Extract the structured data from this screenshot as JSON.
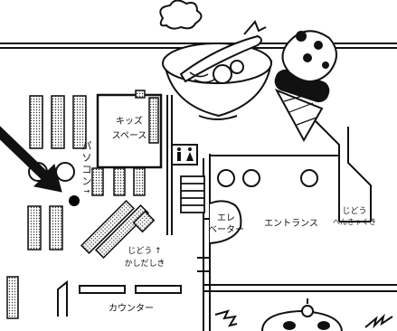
{
  "map": {
    "labels": {
      "kids_space": [
        "キッズ",
        "スペース"
      ],
      "pc_corner": [
        "パ",
        "ソ",
        "コ",
        "ン"
      ],
      "pc_arrow": "→",
      "elevator": [
        "エレ",
        "ベーター"
      ],
      "entrance": "エントランス",
      "auto_return": [
        "じどう",
        "へんきゃくき"
      ],
      "auto_lending": [
        "じどう ↑",
        "かしだしき"
      ],
      "counter": "カウンター"
    },
    "icons": {
      "restroom": "restroom-icon",
      "tempura_bowl": "tempura-udon-bowl-icon",
      "ice_cream": "ice-cream-cone-icon",
      "cloud": "cloud-icon",
      "arrow": "large-pointer-arrow-icon",
      "elevator_hint": "lightning-icon",
      "character": "character-head-icon",
      "here_marker": "current-location-dot"
    },
    "colors": {
      "ink": "#111111",
      "paper": "#ffffff",
      "shelf_fill": "#dcdcdc",
      "highlight_dot": "#000000"
    }
  }
}
